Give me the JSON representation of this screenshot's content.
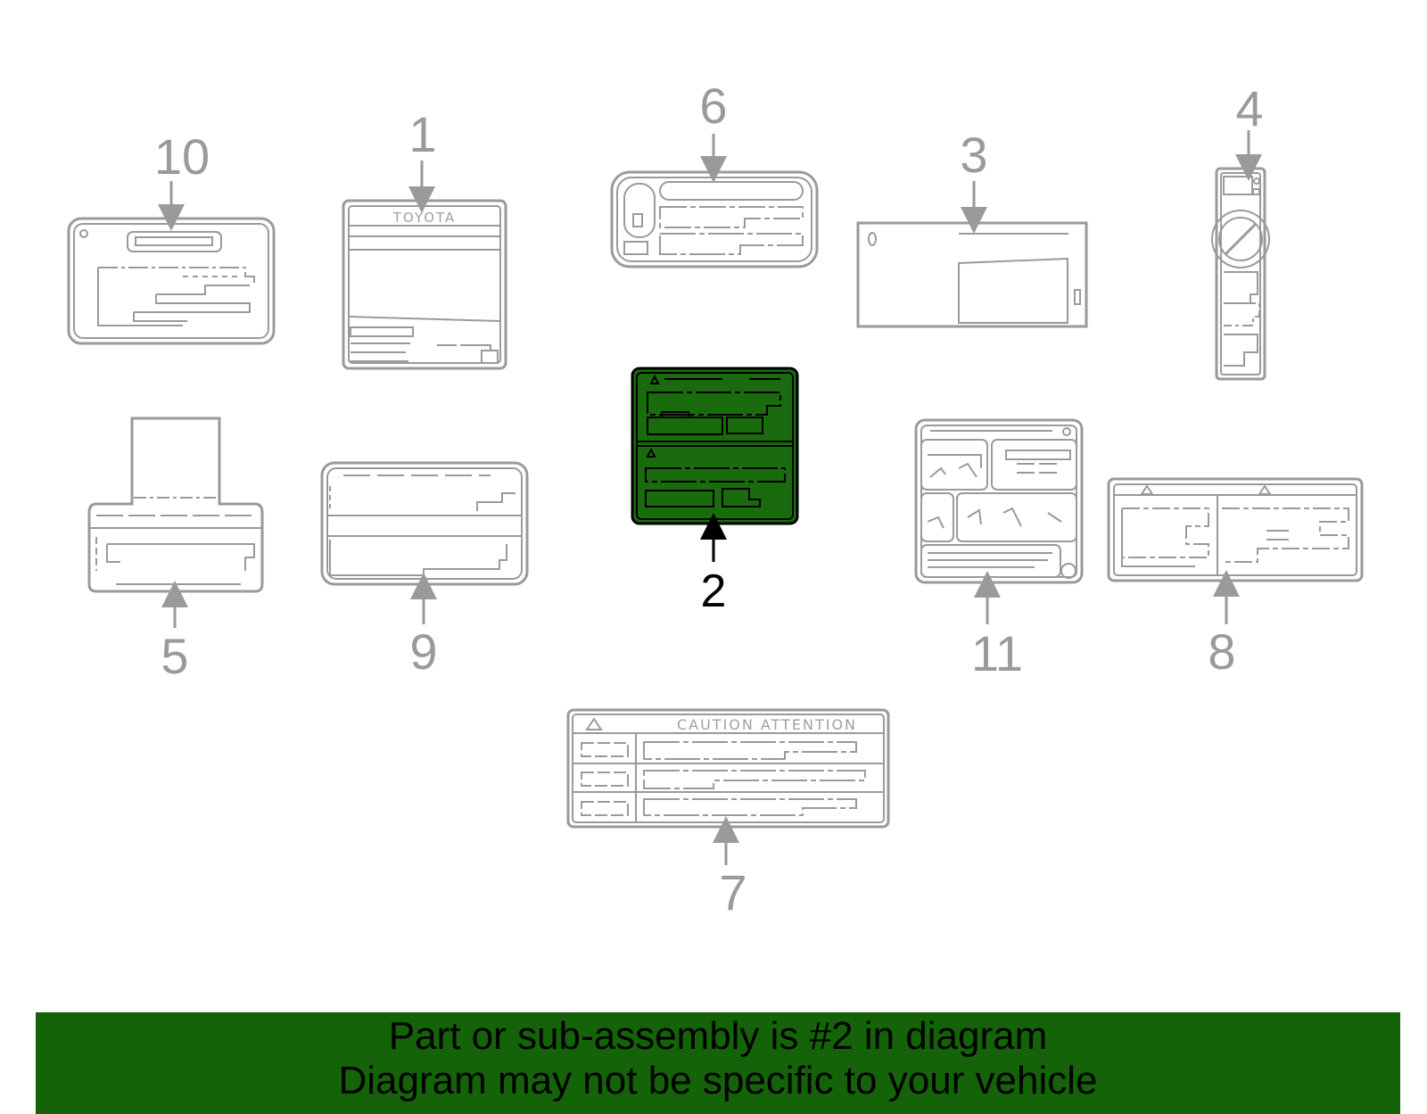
{
  "callouts": {
    "c1": "1",
    "c2": "2",
    "c3": "3",
    "c4": "4",
    "c5": "5",
    "c6": "6",
    "c7": "7",
    "c8": "8",
    "c9": "9",
    "c10": "10",
    "c11": "11"
  },
  "label_text": {
    "toyota": "TOYOTA",
    "caution": "CAUTION  ATTENTION"
  },
  "selected_part": "2",
  "colors": {
    "line_gray": "#9a9a9a",
    "highlight_green": "#1a6b0e",
    "banner_green": "#156308",
    "text_black": "#000000"
  },
  "banner": {
    "line1": "Part or sub-assembly is #2 in diagram",
    "line2": "Diagram may not be specific to your vehicle"
  }
}
